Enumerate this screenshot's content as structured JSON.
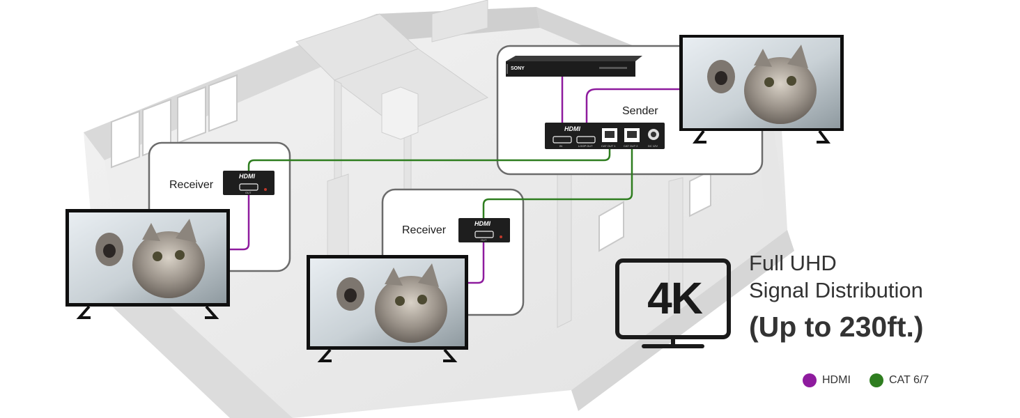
{
  "labels": {
    "sender": "Sender",
    "receiver_1": "Receiver",
    "receiver_2": "Receiver"
  },
  "devices": {
    "player_brand": "SONY",
    "hdmi_logo": "HDMI",
    "sender_ports": [
      "IN",
      "LOOP OUT",
      "CAT OUT 1",
      "CAT OUT 2",
      "DC 12V"
    ],
    "receiver_port": "OUT"
  },
  "headline": {
    "badge": "4K",
    "line1": "Full UHD",
    "line2": "Signal Distribution",
    "line3": "(Up to 230ft.)"
  },
  "legend": [
    {
      "label": "HDMI",
      "color": "#8e1b9e"
    },
    {
      "label": "CAT 6/7",
      "color": "#2e7d1f"
    }
  ],
  "colors": {
    "hdmi": "#8e1b9e",
    "cat": "#2e7d1f",
    "device": "#1e1e1e",
    "callout_border": "#6b6b6b"
  }
}
